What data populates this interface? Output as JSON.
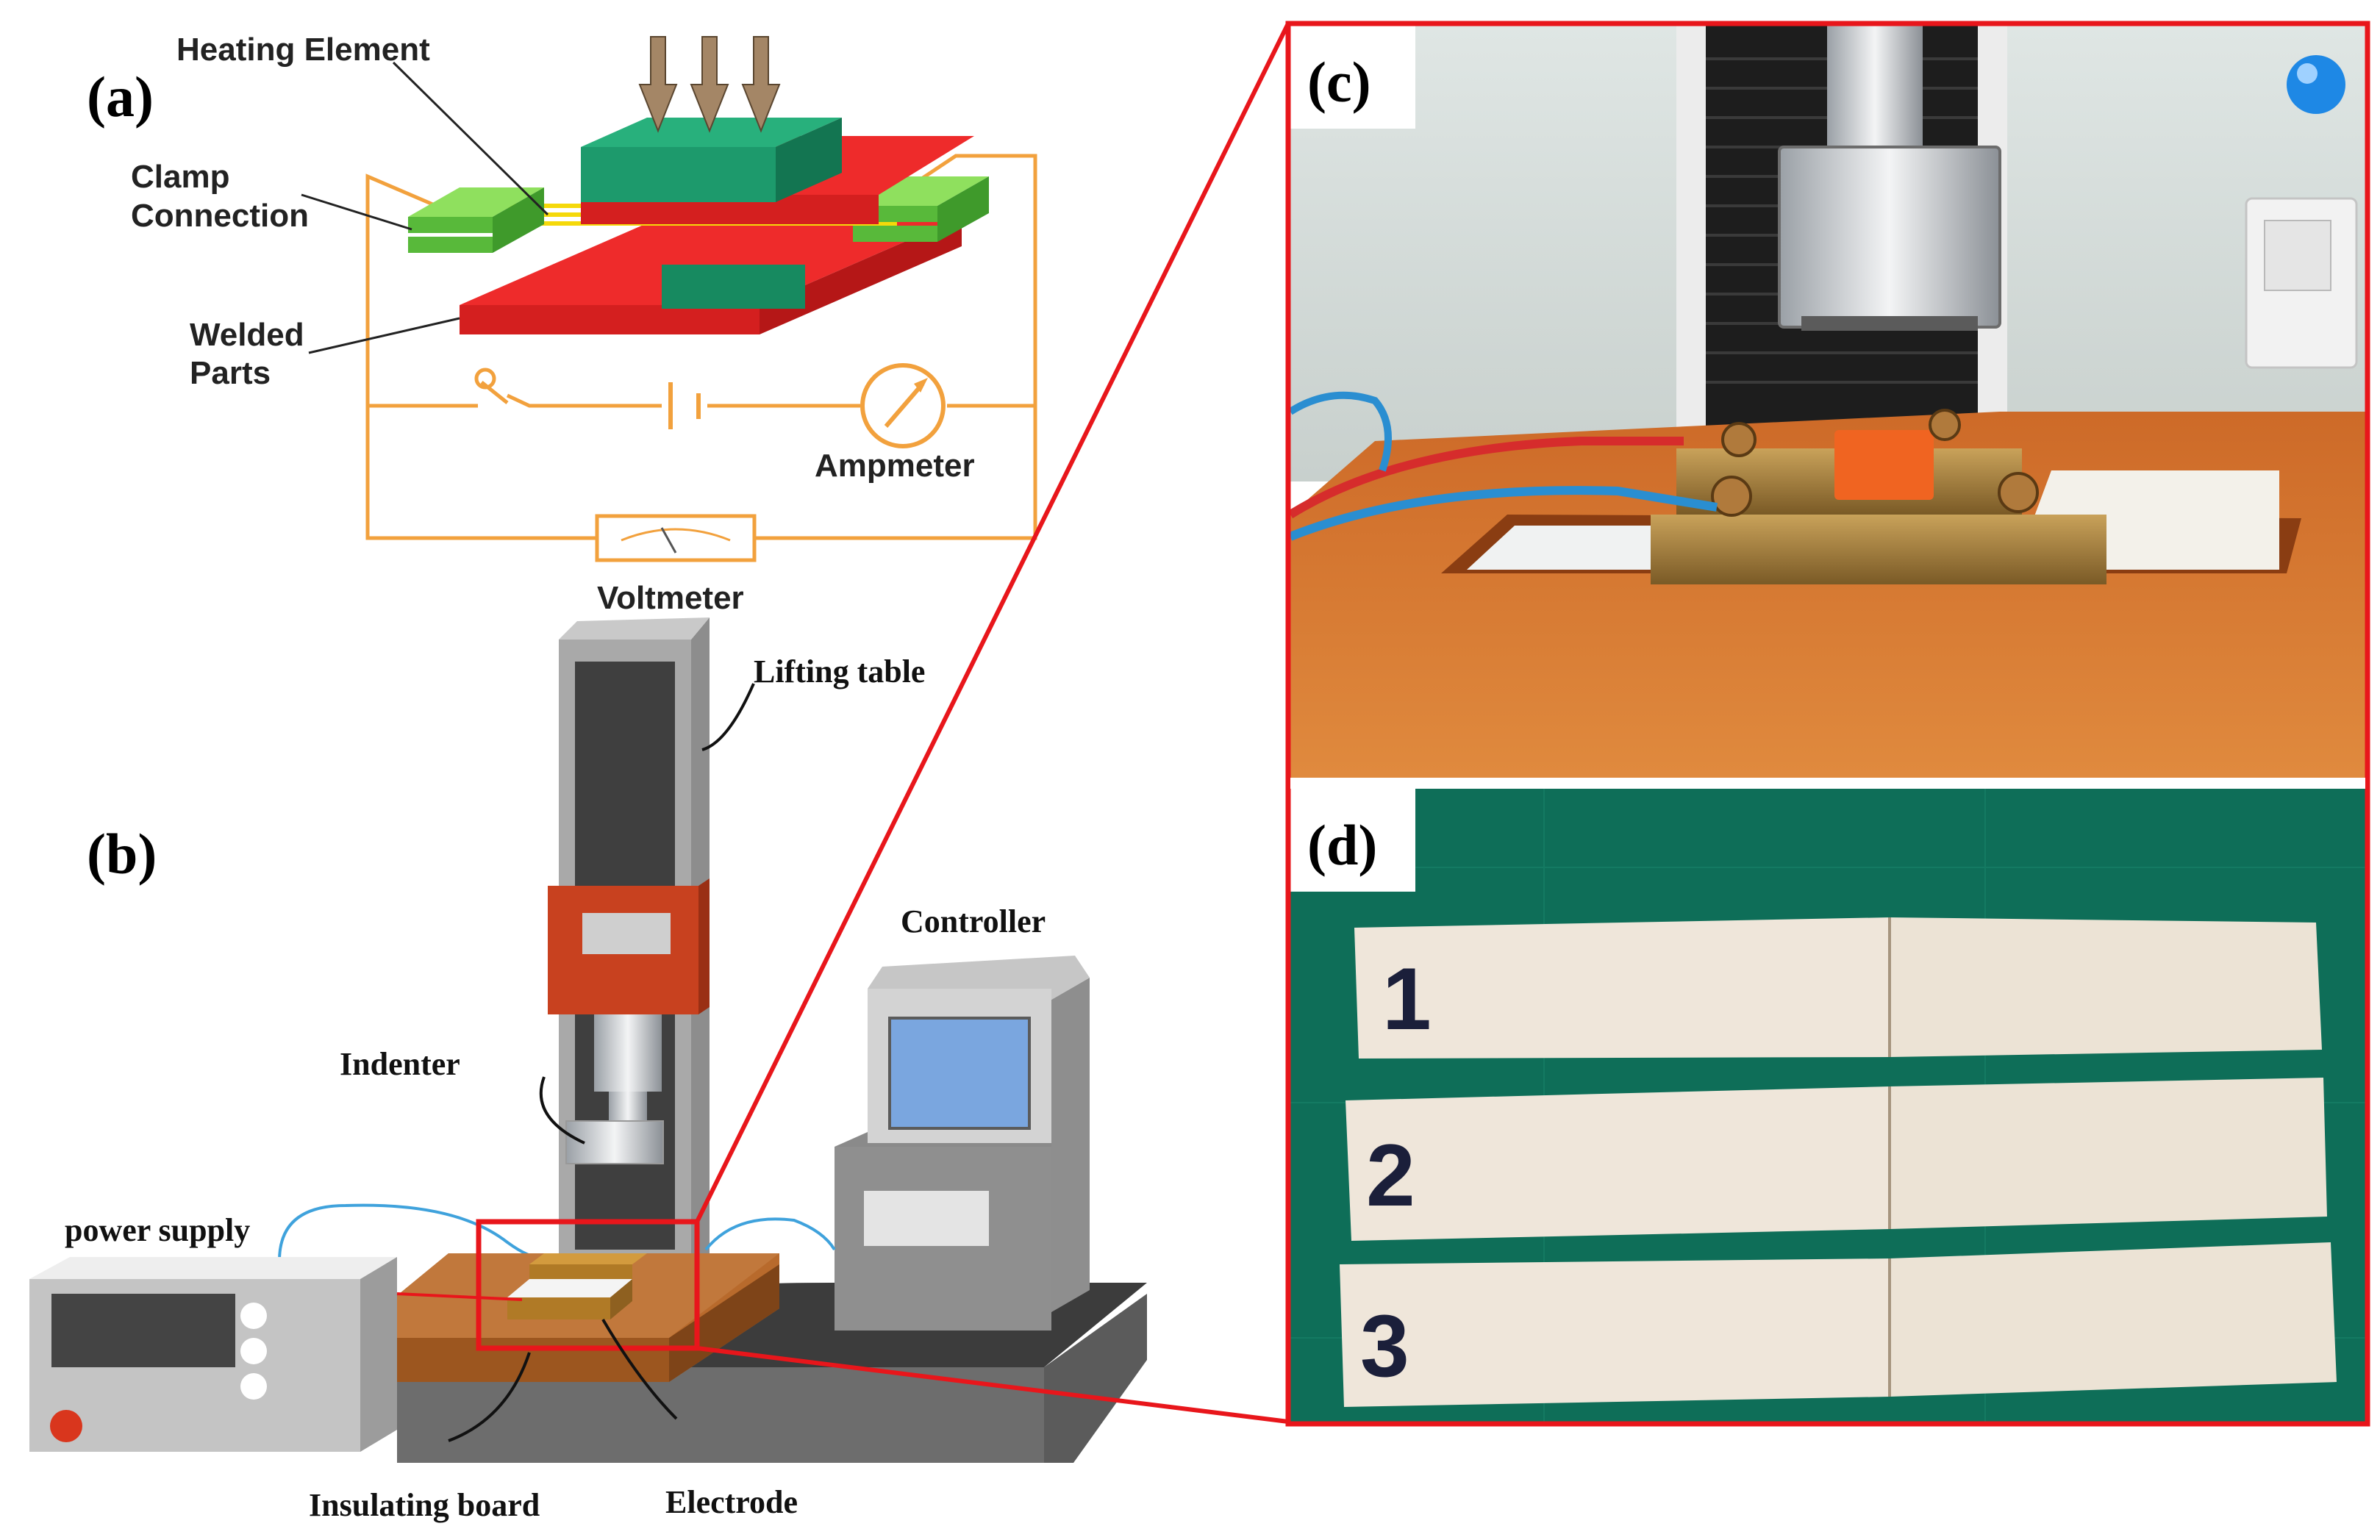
{
  "panel_a": {
    "tag": "(a)",
    "heating_element": "Heating Element",
    "clamp_line1": "Clamp",
    "clamp_line2": "Connection",
    "welded_line1": "Welded",
    "welded_line2": "Parts",
    "ampmeter": "Ampmeter",
    "voltmeter": "Voltmeter"
  },
  "panel_b": {
    "tag": "(b)",
    "lifting_table": "Lifting table",
    "controller": "Controller",
    "indenter": "Indenter",
    "power_supply": "power supply",
    "insulating_board": "Insulating board",
    "electrode": "Electrode"
  },
  "panel_c": {
    "tag": "(c)"
  },
  "panel_d": {
    "tag": "(d)",
    "specimens": [
      "1",
      "2",
      "3"
    ]
  },
  "colors": {
    "highlight_red": "#e8161b",
    "weld_red": "#ee2b2b",
    "heater_green": "#1d9a6c",
    "clamp_green": "#7ed957",
    "wire_orange": "#f2a13d",
    "board_orange": "#c8621e",
    "mat_green": "#0e6e58"
  }
}
